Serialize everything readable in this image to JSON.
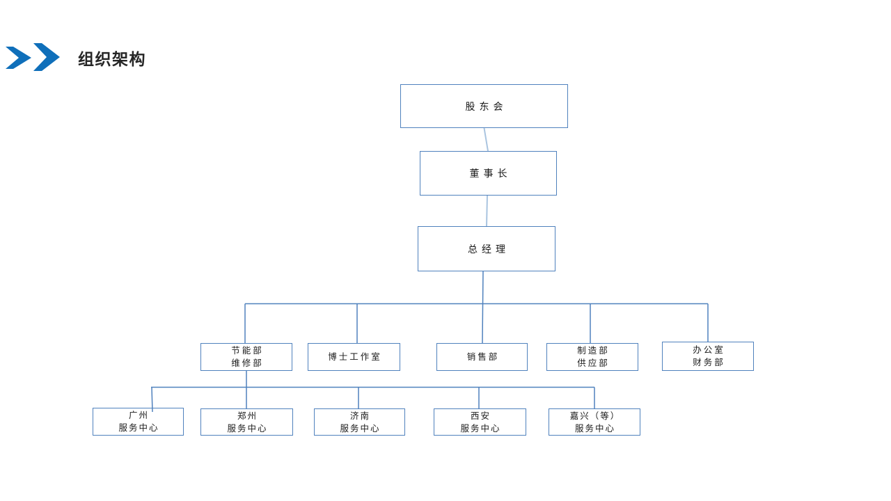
{
  "slide": {
    "title": "组织架构"
  },
  "colors": {
    "chevron_blue": "#0f6fba",
    "box_border_blue": "#4f81bd",
    "connector_dark": "#4f81bd",
    "connector_light": "#a9c4e0",
    "title_text": "#262626",
    "box_text": "#1a1a1a",
    "background": "#ffffff"
  },
  "org_chart": {
    "nodes": [
      {
        "id": "shareholders-meeting",
        "label": "股东会"
      },
      {
        "id": "chairman",
        "label": "董事长"
      },
      {
        "id": "general-manager",
        "label": "总经理"
      },
      {
        "id": "energy-dept-maintenance-dept",
        "label": "节能部",
        "label2": "维修部"
      },
      {
        "id": "doctor-studio",
        "label": "博士工作室"
      },
      {
        "id": "sales-dept",
        "label": "销售部"
      },
      {
        "id": "manufacturing-dept-supply-dept",
        "label": "制造部",
        "label2": "供应部"
      },
      {
        "id": "office-finance-dept",
        "label": "办公室",
        "label2": "财务部"
      },
      {
        "id": "guangzhou-service-center",
        "label": "广州",
        "label2": "服务中心"
      },
      {
        "id": "zhengzhou-service-center",
        "label": "郑州",
        "label2": "服务中心"
      },
      {
        "id": "jinan-service-center",
        "label": "济南",
        "label2": "服务中心"
      },
      {
        "id": "xian-service-center",
        "label": "西安",
        "label2": "服务中心"
      },
      {
        "id": "jiaxing-etc-service-center",
        "label": "嘉兴（等）",
        "label2": "服务中心"
      }
    ]
  }
}
